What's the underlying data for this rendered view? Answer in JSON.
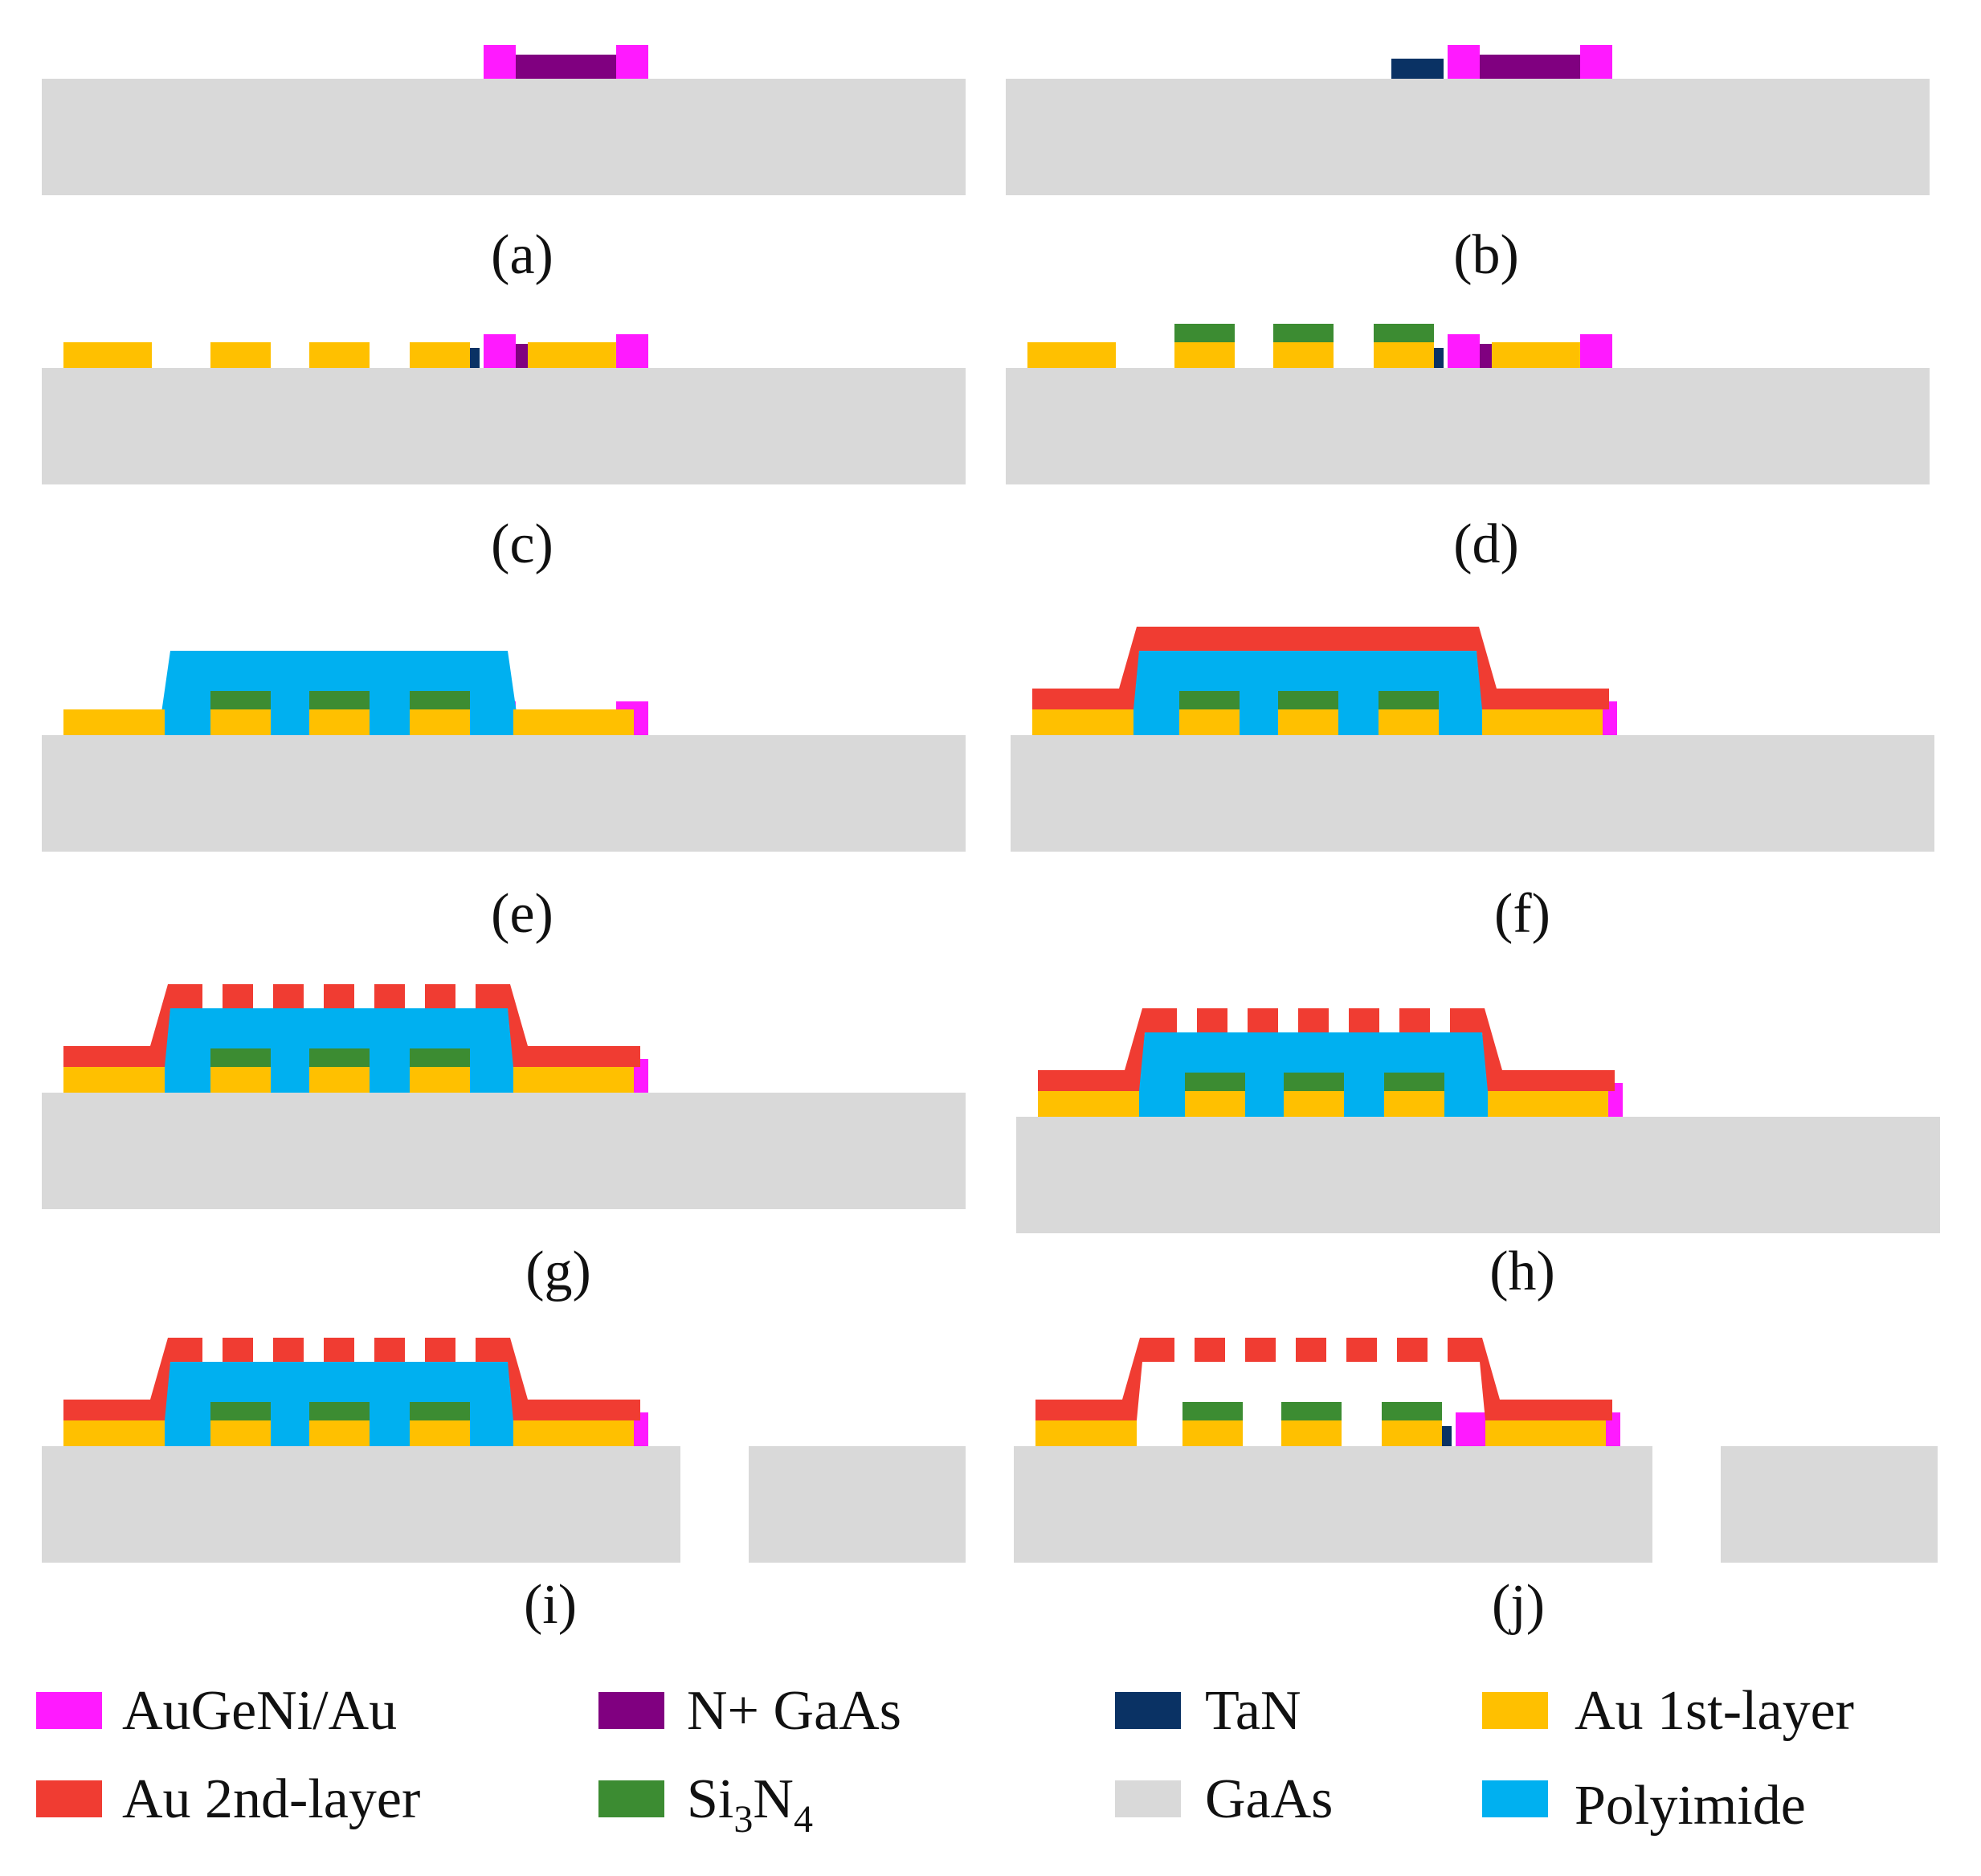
{
  "colors": {
    "augeni": "#ff1aff",
    "ngaas": "#800080",
    "tan": "#0a3264",
    "au1": "#ffc000",
    "au2": "#f03c32",
    "si3n4": "#3c8c32",
    "gaas": "#d9d9d9",
    "polyimide": "#00b0f0"
  },
  "panels": [
    {
      "id": "a",
      "label": "(a)"
    },
    {
      "id": "b",
      "label": "(b)"
    },
    {
      "id": "c",
      "label": "(c)"
    },
    {
      "id": "d",
      "label": "(d)"
    },
    {
      "id": "e",
      "label": "(e)"
    },
    {
      "id": "f",
      "label": "(f)"
    },
    {
      "id": "g",
      "label": "(g)"
    },
    {
      "id": "h",
      "label": "(h)"
    },
    {
      "id": "i",
      "label": "(i)"
    },
    {
      "id": "j",
      "label": "(j)"
    }
  ],
  "legend": {
    "augeni": "AuGeNi/Au",
    "ngaas": "N+ GaAs",
    "tan": "TaN",
    "au1": "Au 1st-layer",
    "au2": "Au 2nd-layer",
    "si3n4_base": "Si",
    "si3n4_sub1": "3",
    "si3n4_mid": "N",
    "si3n4_sub2": "4",
    "gaas": "GaAs",
    "polyimide": "Polyimide"
  }
}
